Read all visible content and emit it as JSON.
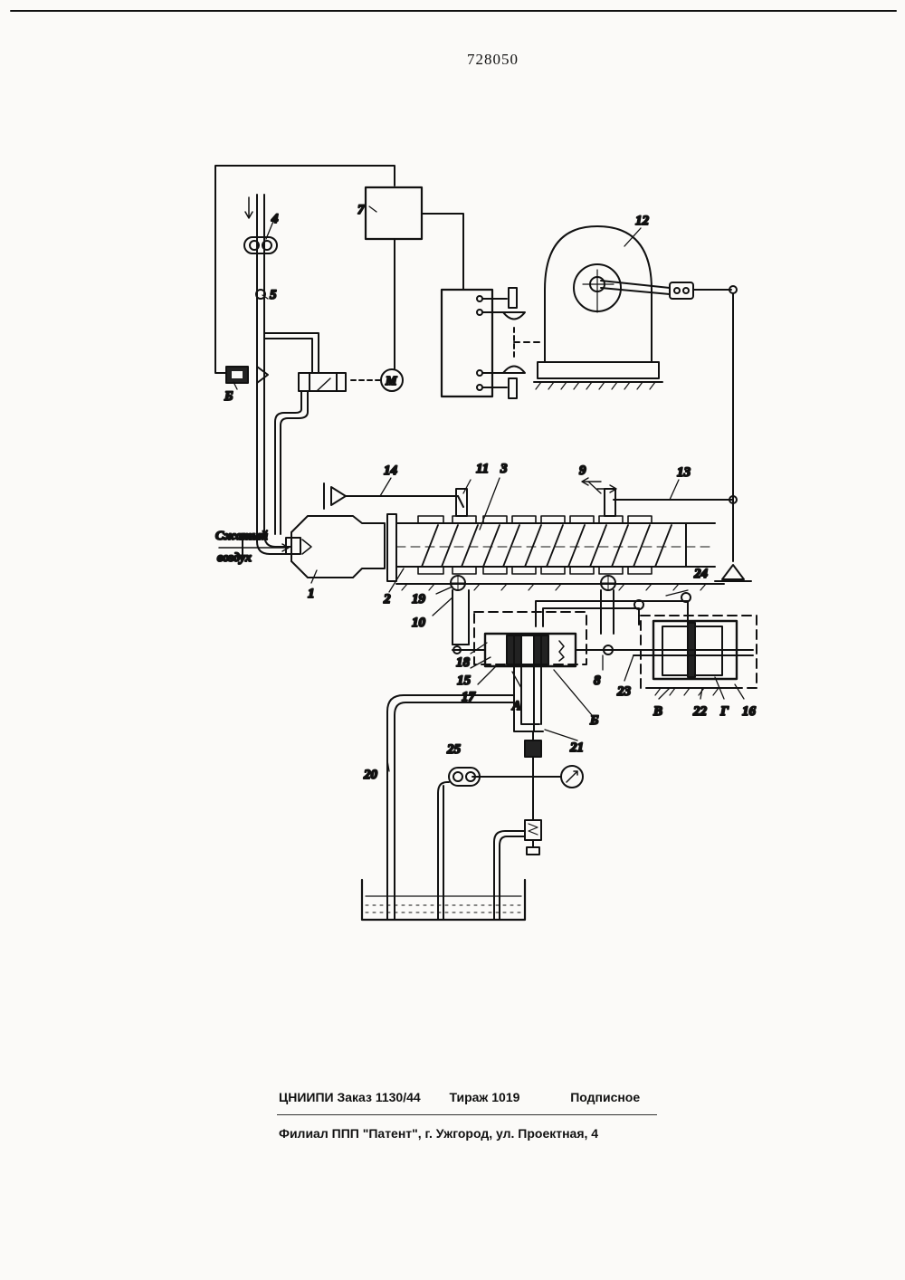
{
  "page": {
    "patent_number": "728050"
  },
  "labels": {
    "n1": "1",
    "n2": "2",
    "n3": "3",
    "n4": "4",
    "n5": "5",
    "n6_letter": "Б",
    "n7": "7",
    "n8": "8",
    "n9": "9",
    "n10": "10",
    "n11": "11",
    "n12": "12",
    "n13": "13",
    "n14": "14",
    "n15": "15",
    "n16": "16",
    "n17": "17",
    "n18": "18",
    "n19": "19",
    "n20": "20",
    "n21": "21",
    "n22": "22",
    "n23": "23",
    "n24": "24",
    "n25": "25",
    "zone_a": "А",
    "zone_b": "Б",
    "zone_v": "В",
    "zone_g": "Г",
    "motor": "М",
    "air_line1": "Сжатый",
    "air_line2": "воздух"
  },
  "footer": {
    "org_order": "ЦНИИПИ Заказ 1130/44",
    "circulation": "Тираж  1019",
    "subscription": "Подписное",
    "branch": "Филиал ППП \"Патент\", г. Ужгород, ул. Проектная, 4"
  }
}
